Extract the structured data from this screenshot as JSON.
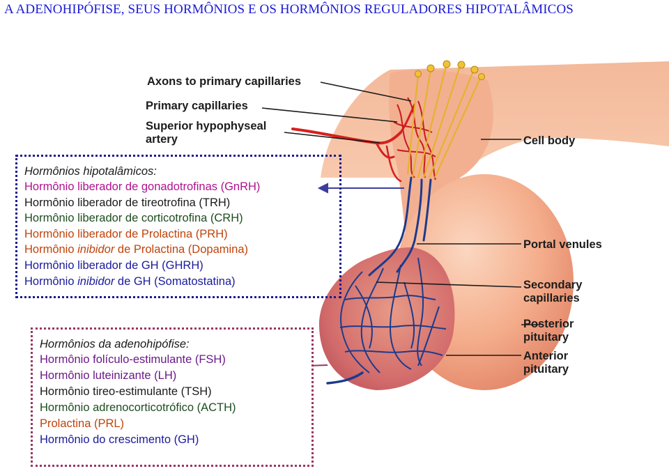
{
  "title": "A ADENOHIPÓFISE, SEUS HORMÔNIOS E  OS HORMÔNIOS REGULADORES HIPOTALÂMICOS",
  "colors": {
    "title": "#1a1ad6",
    "tissue_light": "#f7c1a3",
    "tissue_mid": "#e8967a",
    "anterior_lobe": "#d46a6a",
    "artery_red": "#d6201e",
    "vein_blue": "#1d3a8c",
    "axon_yellow": "#f0c23a"
  },
  "labels": {
    "axons": "Axons to primary capillaries",
    "primary_capillaries": "Primary capillaries",
    "superior_artery_line1": "Superior hypophyseal",
    "superior_artery_line2": "artery",
    "cell_body": "Cell body",
    "portal_venules": "Portal venules",
    "secondary_capillaries_line1": "Secondary",
    "secondary_capillaries_line2": "capillaries",
    "posterior_pituitary_line1": "Posterior",
    "posterior_pituitary_line2": "pituitary",
    "anterior_pituitary_line1": "Anterior",
    "anterior_pituitary_line2": "pituitary"
  },
  "hypothalamic_box": {
    "heading": "Hormônios hipotalâmicos:",
    "items": [
      {
        "text": "Hormônio liberador de gonadotrofinas (GnRH)",
        "color": "magenta"
      },
      {
        "text": "Hormônio liberador de tireotrofina (TRH)",
        "color": "dark"
      },
      {
        "text": "Hormônio liberador de corticotrofina (CRH)",
        "color": "green"
      },
      {
        "text": "Hormônio liberador de Prolactina (PRH)",
        "color": "orange"
      },
      {
        "pre": "Hormônio ",
        "em": "inibidor",
        "post": " de Prolactina (Dopamina)",
        "color": "orange"
      },
      {
        "text": "Hormônio liberador de GH (GHRH)",
        "color": "navy"
      },
      {
        "pre": "Hormônio ",
        "em": "inibidor",
        "post": " de GH (Somatostatina)",
        "color": "navy"
      }
    ]
  },
  "adenohypophysis_box": {
    "heading": "Hormônios da adenohipófise:",
    "items": [
      {
        "text": "Hormônio folículo-estimulante (FSH)",
        "color": "purple"
      },
      {
        "text": "Hormônio luteinizante (LH)",
        "color": "purple"
      },
      {
        "text": "Hormônio tireo-estimulante (TSH)",
        "color": "dark"
      },
      {
        "text": "Hormônio adrenocorticotrófico (ACTH)",
        "color": "green"
      },
      {
        "text": "Prolactina (PRL)",
        "color": "orange"
      },
      {
        "text": "Hormônio do crescimento (GH)",
        "color": "navy"
      }
    ]
  }
}
